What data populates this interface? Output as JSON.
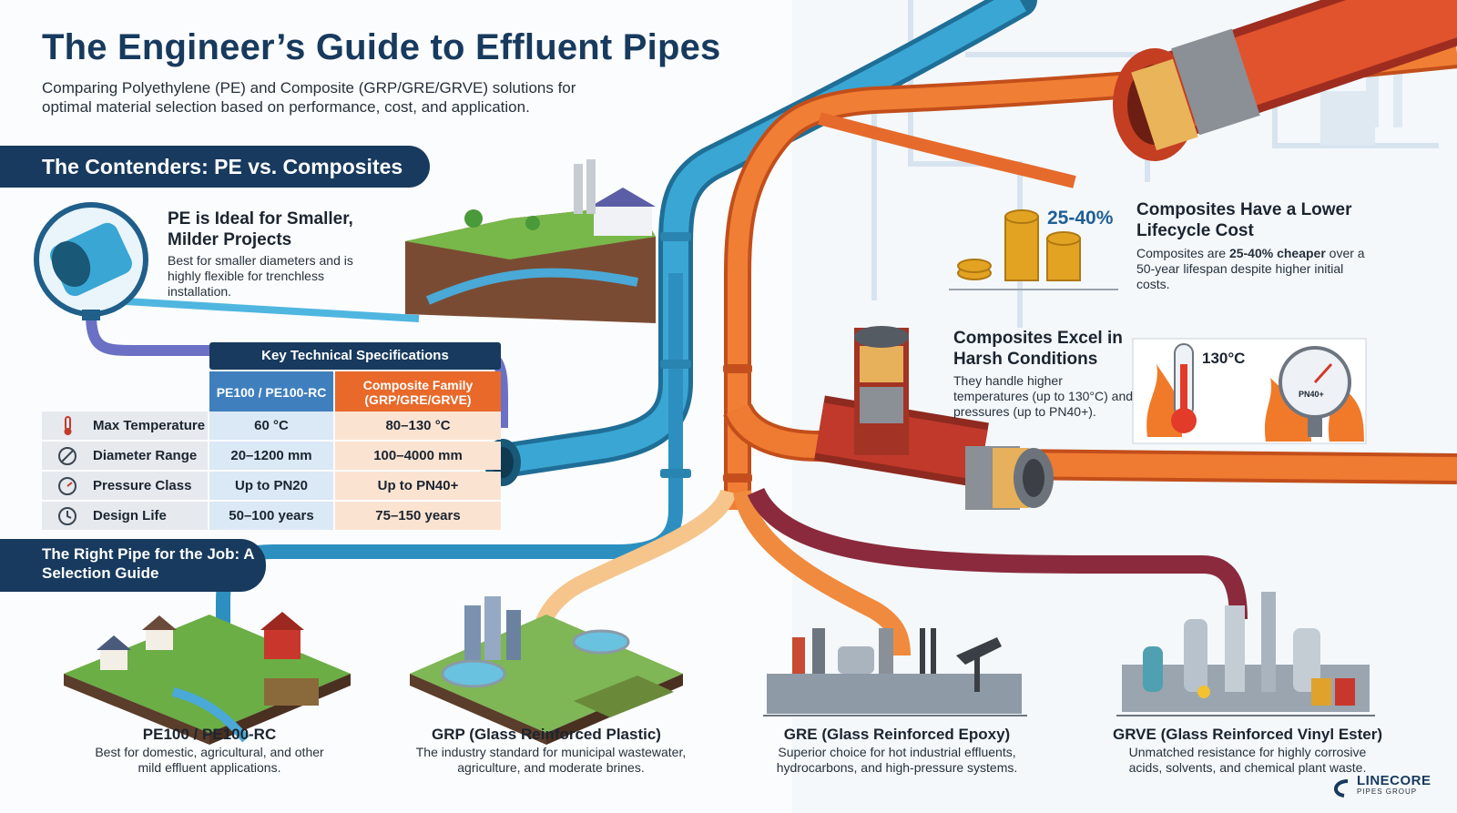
{
  "header": {
    "title": "The Engineer’s Guide to Effluent Pipes",
    "subtitle": "Comparing Polyethylene (PE) and Composite (GRP/GRE/GRVE) solutions for optimal material selection based on performance, cost, and application."
  },
  "contenders": {
    "banner": "The Contenders: PE vs. Composites",
    "pe_card": {
      "heading": "PE is Ideal for Smaller, Milder Projects",
      "text": "Best for smaller diameters and is highly flexible for trenchless installation."
    }
  },
  "spec_table": {
    "title": "Key Technical Specifications",
    "col_pe": "PE100 / PE100-RC",
    "col_composite": "Composite Family (GRP/GRE/GRVE)",
    "rows": [
      {
        "label": "Max Temperature",
        "pe": "60 °C",
        "composite": "80–130 °C",
        "icon": "thermometer-icon"
      },
      {
        "label": "Diameter Range",
        "pe": "20–1200 mm",
        "composite": "100–4000 mm",
        "icon": "diameter-icon"
      },
      {
        "label": "Pressure Class",
        "pe": "Up to PN20",
        "composite": "Up to PN40+",
        "icon": "pressure-gauge-icon"
      },
      {
        "label": "Design Life",
        "pe": "50–100 years",
        "composite": "75–150 years",
        "icon": "clock-icon"
      }
    ]
  },
  "lifecycle": {
    "percent": "25-40%",
    "heading": "Composites Have a Lower Lifecycle Cost",
    "text_pre": "Composites are ",
    "text_bold": "25-40% cheaper",
    "text_post": " over a 50-year lifespan despite higher initial costs."
  },
  "harsh": {
    "heading": "Composites Excel in Harsh Conditions",
    "text": "They handle higher temperatures (up to 130°C) and pressures (up to PN40+).",
    "temp_label": "130°C",
    "gauge_label": "PN40+"
  },
  "selection": {
    "banner": "The Right Pipe for the Job: A Selection Guide",
    "items": [
      {
        "heading": "PE100 / PE100-RC",
        "text": "Best for domestic, agricultural, and other mild effluent applications."
      },
      {
        "heading": "GRP (Glass Reinforced Plastic)",
        "text": "The industry standard for municipal wastewater, agriculture, and moderate brines."
      },
      {
        "heading": "GRE (Glass Reinforced Epoxy)",
        "text": "Superior choice for hot industrial effluents, hydrocarbons, and high-pressure systems."
      },
      {
        "heading": "GRVE (Glass Reinforced Vinyl Ester)",
        "text": "Unmatched resistance for highly corrosive acids, solvents, and chemical plant waste."
      }
    ]
  },
  "logo": {
    "name": "LINECORE",
    "tagline": "PIPES GROUP"
  },
  "colors": {
    "navy": "#173a5e",
    "pe_blue": "#2d8fbf",
    "composite_orange": "#e8692a",
    "gre_red": "#b8342a",
    "grve_maroon": "#8a2a3c",
    "grp_peach": "#f2b87a"
  }
}
